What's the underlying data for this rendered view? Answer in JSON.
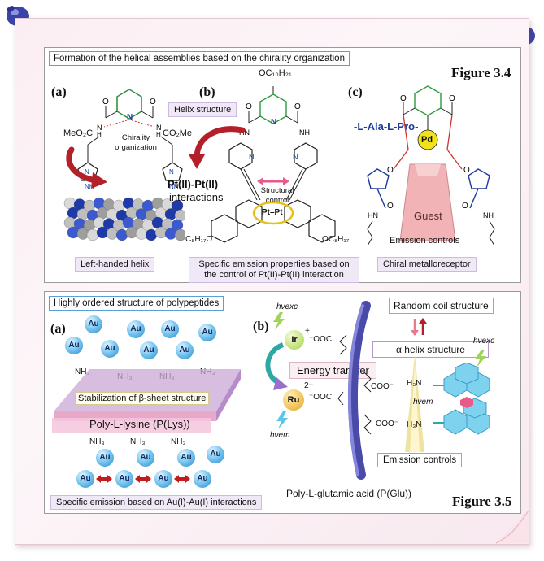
{
  "figure34": {
    "title": "Formation of the helical assemblies based on the chirality organization",
    "figure_label": "Figure 3.4",
    "panel_a": {
      "letter": "(a)",
      "chirality_label": "Chirality organization",
      "ester_left": "MeO₂C",
      "ester_right": "CO₂Me",
      "caption": "Left-handed helix"
    },
    "panel_b": {
      "letter": "(b)",
      "top_substituent": "OC₁₀H₂₁",
      "helix_label": "Helix structure",
      "ptpt_label_1": "Pt(II)-Pt(II)",
      "ptpt_label_2": "interactions",
      "structural_control": "Structural control",
      "left_chain": "C₈H₁₇O",
      "right_chain": "OC₈H₁₇",
      "pt_text": "Pt–Pt",
      "caption": "Specific emission properties based on the control of Pt(II)-Pt(II)  interaction"
    },
    "panel_c": {
      "letter": "(c)",
      "peptide": "-L-Ala-L-Pro-",
      "metal": "Pd",
      "guest": "Guest",
      "emission_controls": "Emission controls",
      "caption": "Chiral metalloreceptor"
    }
  },
  "figure35": {
    "title": "Highly ordered structure of polypeptides",
    "figure_label": "Figure 3.5",
    "panel_a": {
      "letter": "(a)",
      "au": "Au",
      "nh3": "NH₃",
      "stabilization": "Stabilization of β-sheet structure",
      "polymer": "Poly-L-lysine (P(Lys))",
      "caption": "Specific emission based on Au(I)-Au(I)  interactions"
    },
    "panel_b": {
      "letter": "(b)",
      "hv_exc": "hνexc",
      "hv_em": "hνem",
      "ir": "Ir",
      "ru": "Ru",
      "ru_charge": "2+",
      "ir_charge": "+",
      "energy_transfer": "Energy transfer",
      "carboxylate": "⁻OOC",
      "coo": "COO⁻",
      "h3n": "H₃N",
      "random_coil": "Random coil structure",
      "alpha_helix": "α helix structure",
      "emission_controls": "Emission controls",
      "polymer": "Poly-L-glutamic acid (P(Glu))"
    }
  },
  "colors": {
    "accent_blue": "#5aa0d8",
    "red_arrow": "#b3202a",
    "pink_arrow": "#e87a8a",
    "caption_bg": "#f0e8f7"
  }
}
